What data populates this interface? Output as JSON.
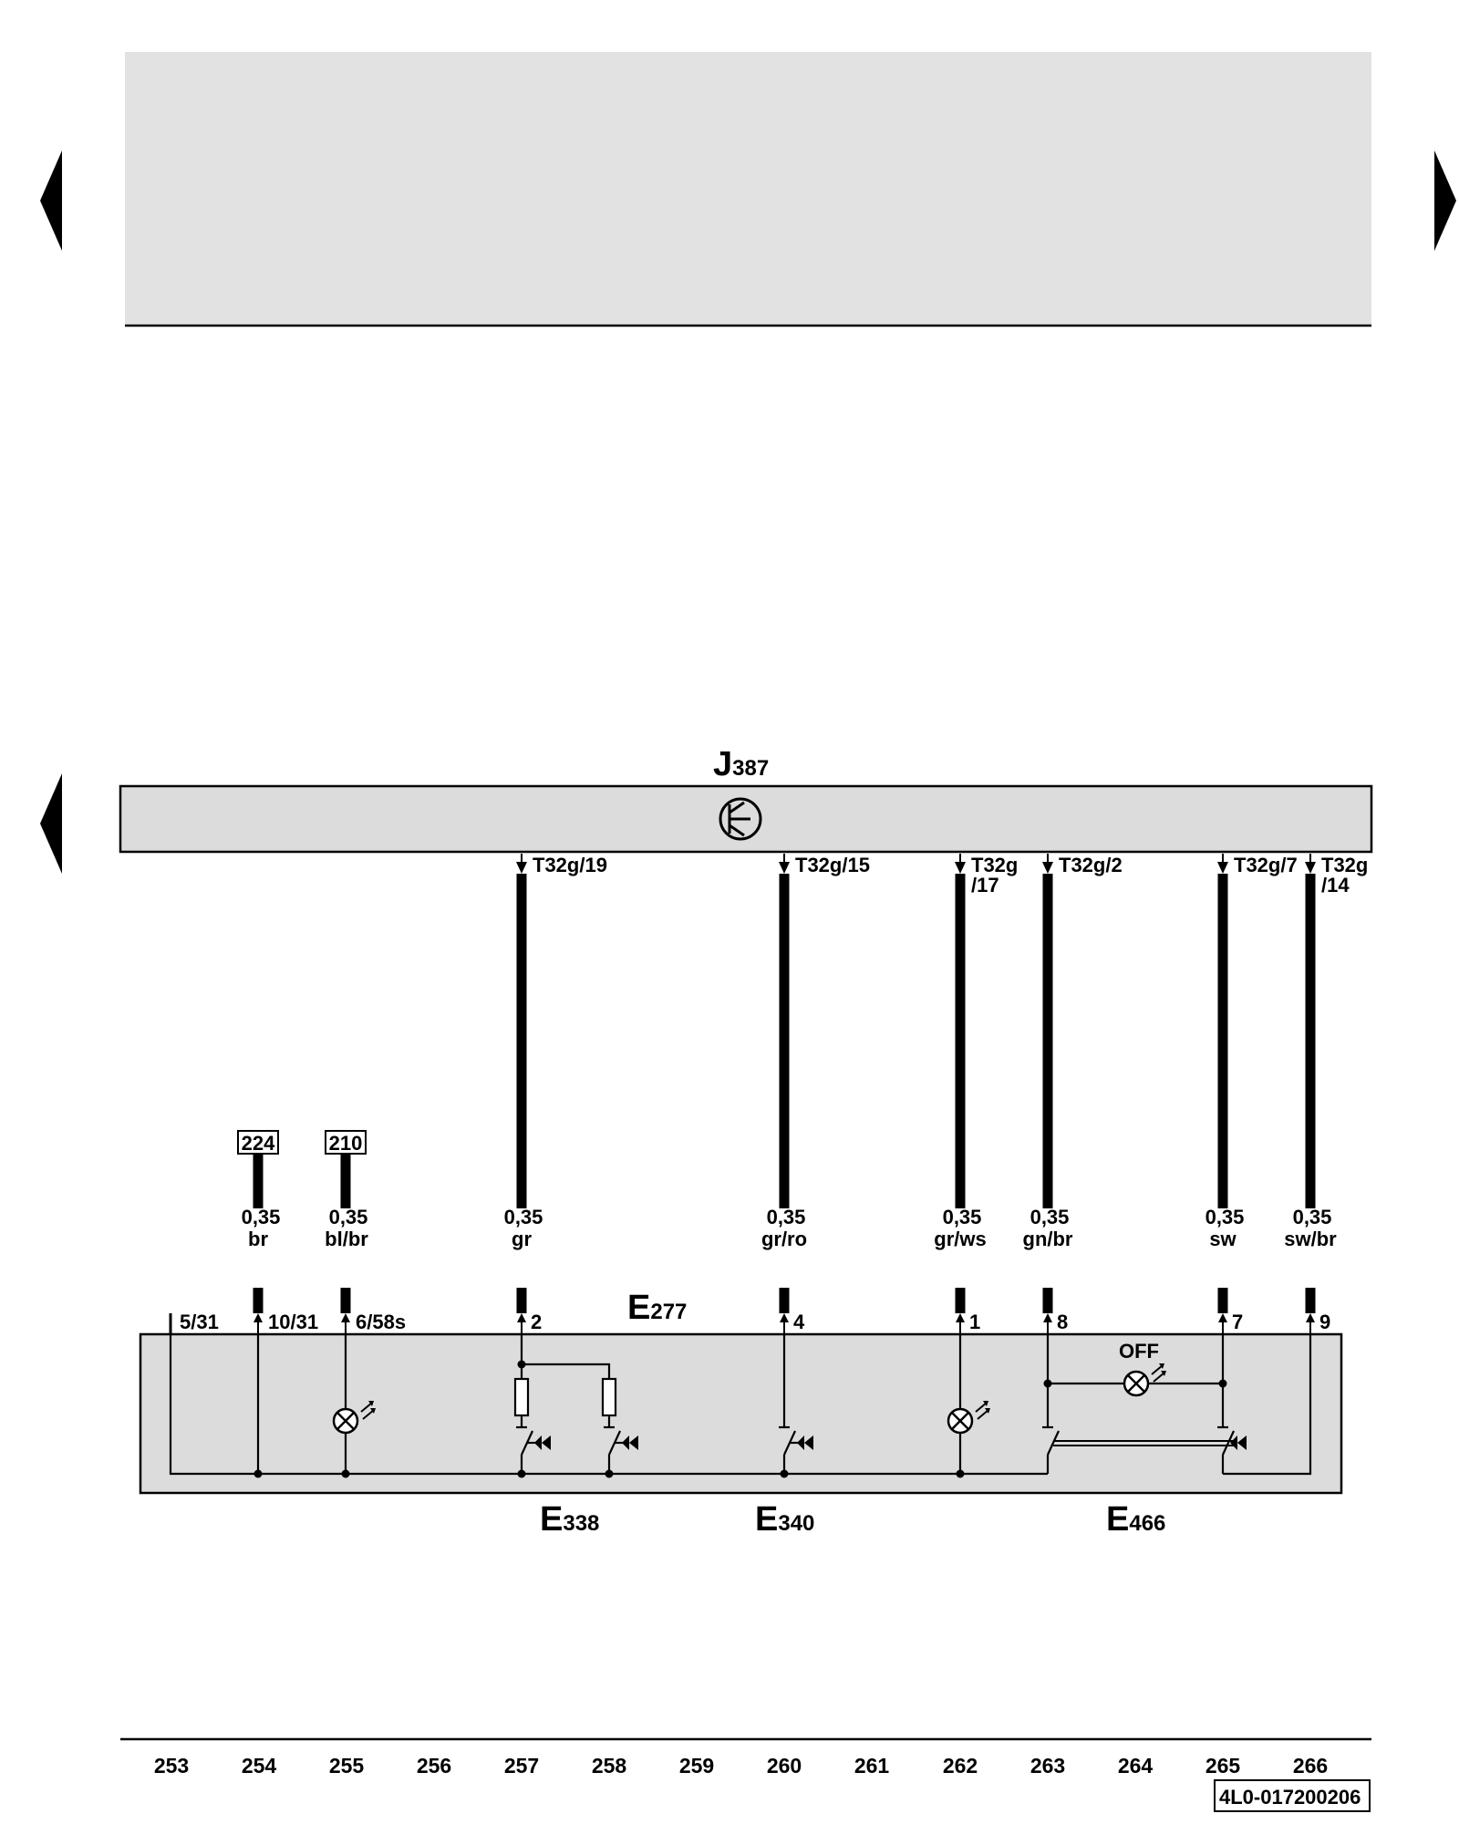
{
  "colors": {
    "panel": "#e2e2e2",
    "box": "#dcdcdc",
    "line": "#000000",
    "background": "#ffffff"
  },
  "module": {
    "name_main": "J",
    "name_sub": "387",
    "icon": "transistor-icon"
  },
  "switch_unit": {
    "name_main": "E",
    "name_sub": "277"
  },
  "components": [
    {
      "main": "E",
      "sub": "338"
    },
    {
      "main": "E",
      "sub": "340"
    },
    {
      "main": "E",
      "sub": "466"
    }
  ],
  "lamp_label": "OFF",
  "refs": [
    "224",
    "210"
  ],
  "module_pins": [
    "T32g/19",
    "T32g/15",
    "T32g",
    "/17",
    "T32g/2",
    "T32g/7",
    "T32g",
    "/14"
  ],
  "wires": [
    {
      "size": "0,35",
      "color": "br"
    },
    {
      "size": "0,35",
      "color": "bl/br"
    },
    {
      "size": "0,35",
      "color": "gr"
    },
    {
      "size": "0,35",
      "color": "gr/ro"
    },
    {
      "size": "0,35",
      "color": "gr/ws"
    },
    {
      "size": "0,35",
      "color": "gn/br"
    },
    {
      "size": "0,35",
      "color": "sw"
    },
    {
      "size": "0,35",
      "color": "sw/br"
    }
  ],
  "unit_pins": [
    "5/31",
    "10/31",
    "6/58s",
    "2",
    "4",
    "1",
    "8",
    "7",
    "9"
  ],
  "columns": [
    "253",
    "254",
    "255",
    "256",
    "257",
    "258",
    "259",
    "260",
    "261",
    "262",
    "263",
    "264",
    "265",
    "266"
  ],
  "doc_number": "4L0-017200206"
}
